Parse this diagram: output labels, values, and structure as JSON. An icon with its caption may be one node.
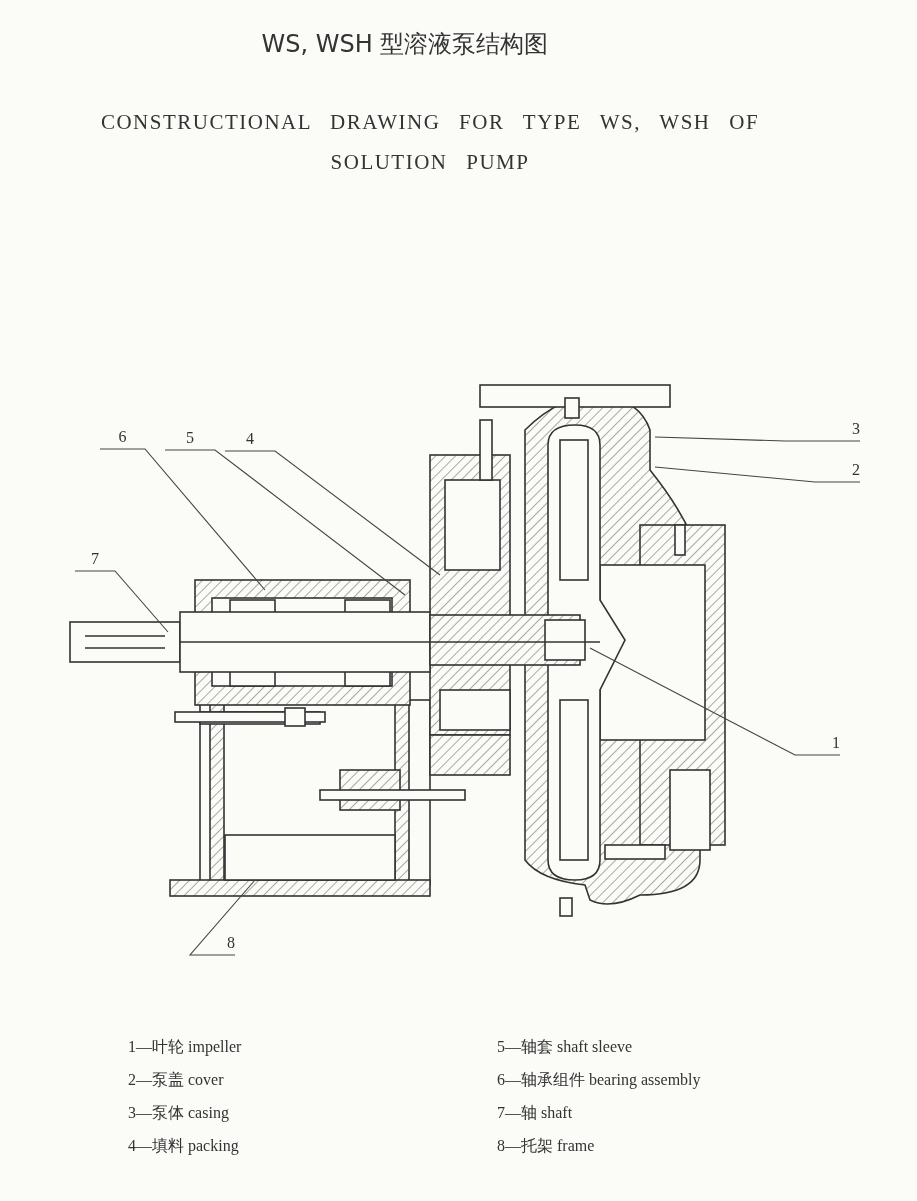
{
  "diagram": {
    "title": "WS, WSH 型溶液泵结构图",
    "nodes": [
      {
        "text": [
          "6"
        ]
      },
      {
        "text": [
          "5"
        ]
      },
      {
        "text": [
          "4"
        ]
      },
      {
        "text": [
          "3"
        ]
      },
      {
        "text": [
          "2"
        ]
      },
      {
        "text": [
          "7"
        ]
      },
      {
        "text": [
          "1"
        ]
      },
      {
        "text": [
          "8"
        ]
      }
    ],
    "edges": [
      {
        "from": 0,
        "to": null,
        "arrow": "none"
      },
      {
        "from": 1,
        "to": null,
        "arrow": "none"
      },
      {
        "from": 2,
        "to": null,
        "arrow": "none"
      },
      {
        "from": 3,
        "to": null,
        "arrow": "none"
      },
      {
        "from": 4,
        "to": null,
        "arrow": "none"
      },
      {
        "from": 5,
        "to": null,
        "arrow": "none"
      },
      {
        "from": 6,
        "to": null,
        "arrow": "none"
      },
      {
        "from": 7,
        "to": null,
        "arrow": "none"
      }
    ],
    "labels": [
      "CONSTRUCTIONAL DRAWING FOR TYPE WS, WSH OF SOLUTION PUMP",
      "1—叶轮 impeller",
      "2—泵盖 cover",
      "3—泵体 casing",
      "4—填料 packing",
      "5—轴套 shaft sleeve",
      "6—轴承组件 bearing assembly",
      "7—轴 shaft",
      "8—托架 frame"
    ]
  }
}
